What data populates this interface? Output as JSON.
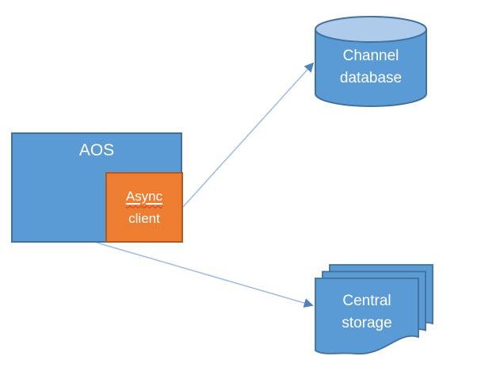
{
  "diagram": {
    "nodes": {
      "aos": {
        "label": "AOS",
        "shape": "rectangle"
      },
      "async_client": {
        "line1": "Async",
        "line2": "client",
        "shape": "rectangle",
        "misspelled_word": "Async"
      },
      "channel_database": {
        "label": "Channel database",
        "shape": "cylinder"
      },
      "central_storage": {
        "label": "Central storage",
        "shape": "multidocument"
      }
    },
    "connectors": [
      {
        "from": "async_client",
        "to": "channel_database",
        "style": "arrow"
      },
      {
        "from": "aos",
        "to": "central_storage",
        "style": "arrow"
      }
    ],
    "colors": {
      "background": "#ffffff",
      "node_blue_fill": "#5B9BD5",
      "node_blue_border": "#41719C",
      "cylinder_top_fill": "#AECBEC",
      "node_orange_fill": "#ED7D31",
      "node_orange_border": "#AE5A21",
      "connector_line": "#9CBCE4",
      "connector_arrowhead": "#4E81BD",
      "spellcheck_squiggle": "#D83A2B",
      "text": "#ffffff"
    }
  }
}
